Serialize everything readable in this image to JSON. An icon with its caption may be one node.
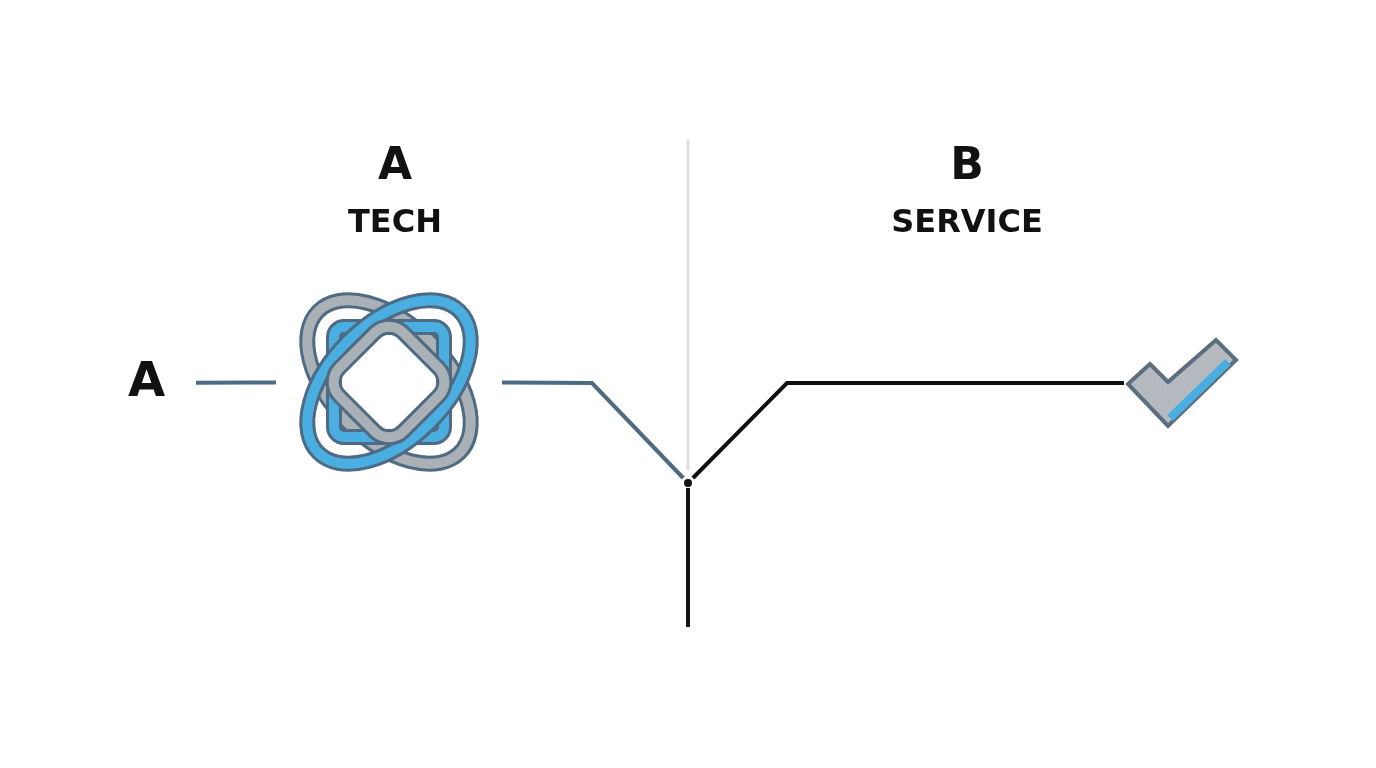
{
  "diagram": {
    "nodes": [
      {
        "text": [
          "A"
        ]
      },
      {
        "text": [],
        "shape": "picture"
      },
      {
        "text": [],
        "shape": "dot"
      },
      {
        "text": [],
        "shape": "picture"
      }
    ],
    "edges": [
      {
        "from": 0,
        "to": 1,
        "arrow": "none",
        "color": "#4f6b84"
      },
      {
        "from": 1,
        "to": 2,
        "arrow": "none",
        "color": "#4f6b84"
      },
      {
        "from": 2,
        "to": 3,
        "arrow": "none",
        "color": "#111111"
      },
      {
        "from": null,
        "to": 2,
        "arrow": "none",
        "color": "#111111"
      }
    ],
    "labels": [
      "A",
      "TECH",
      "B",
      "SERVICE"
    ]
  }
}
